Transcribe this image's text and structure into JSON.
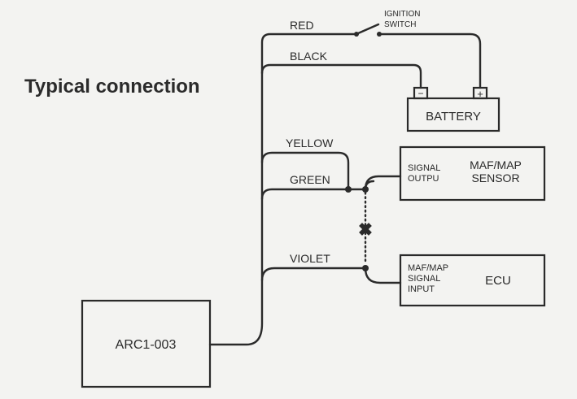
{
  "title": "Typical connection",
  "device": {
    "label": "ARC1-003"
  },
  "battery": {
    "label": "BATTERY",
    "neg_symbol": "−",
    "pos_symbol": "+"
  },
  "ignition_switch": {
    "line1": "IGNITION",
    "line2": "SWITCH"
  },
  "sensor": {
    "signal_line1": "SIGNAL",
    "signal_line2": "OUTPU",
    "name_line1": "MAF/MAP",
    "name_line2": "SENSOR"
  },
  "ecu": {
    "input_line1": "MAF/MAP",
    "input_line2": "SIGNAL",
    "input_line3": "INPUT",
    "name": "ECU"
  },
  "wires": {
    "red": "RED",
    "black": "BLACK",
    "yellow": "YELLOW",
    "green": "GREEN",
    "violet": "VIOLET"
  },
  "cut_mark": "✖",
  "colors": {
    "ink": "#2a2a2a",
    "paper": "#f3f3f1"
  }
}
